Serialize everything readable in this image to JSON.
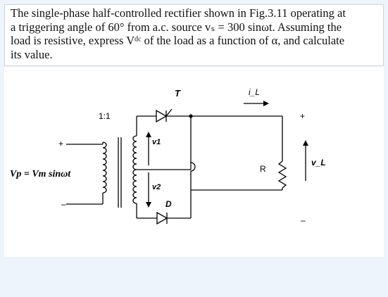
{
  "problem": {
    "lines": [
      "The single-phase half-controlled rectifier shown in Fig.3.11 operating at",
      "a triggering angle of 60° from a.c. source vₛ = 300 sinωt. Assuming the",
      "load is resistive, express Vᵈᶜ of the load as a function of α, and calculate",
      "its value."
    ]
  },
  "circuit": {
    "turns_ratio": "1:1",
    "thyristor_label": "T",
    "diode_label": "D",
    "current_label": "i_L",
    "resistor_label": "R",
    "load_voltage_label": "v_L",
    "source_label": "Vp = Vm sinωt",
    "secondary_upper_label": "v1",
    "secondary_lower_label": "v2",
    "plus_sign": "+",
    "minus_sign": "–",
    "colors": {
      "line": "#000000",
      "background": "#ffffff",
      "page": "#eef4fb"
    }
  }
}
